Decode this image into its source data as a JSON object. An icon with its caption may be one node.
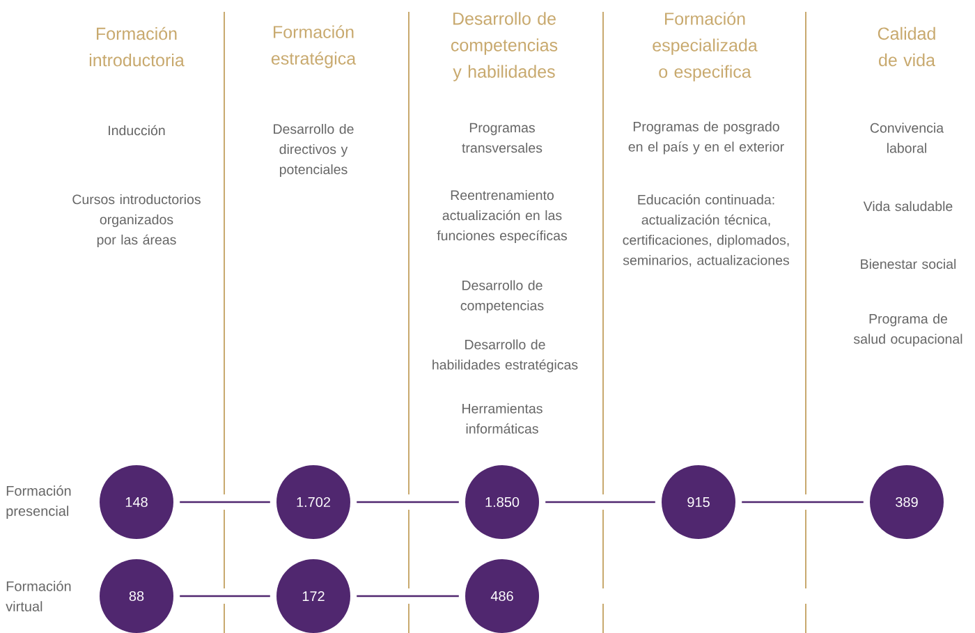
{
  "diagram": {
    "nodes": [
      {
        "text": [
          "148"
        ]
      },
      {
        "text": [
          "1.702"
        ]
      },
      {
        "text": [
          "1.850"
        ]
      },
      {
        "text": [
          "915"
        ]
      },
      {
        "text": [
          "389"
        ]
      },
      {
        "text": [
          "88"
        ]
      },
      {
        "text": [
          "172"
        ]
      },
      {
        "text": [
          "486"
        ]
      }
    ],
    "edges": [
      {
        "from": 0,
        "to": 1,
        "arrow": "none"
      },
      {
        "from": 1,
        "to": 2,
        "arrow": "none"
      },
      {
        "from": 2,
        "to": 3,
        "arrow": "none"
      },
      {
        "from": 3,
        "to": 4,
        "arrow": "none"
      },
      {
        "from": 5,
        "to": 6,
        "arrow": "none"
      },
      {
        "from": 6,
        "to": 7,
        "arrow": "none"
      }
    ],
    "labels": [
      "Formación introductoria",
      "Formación estratégica",
      "Desarrollo de competencias y habilidades",
      "Formación especializada o especifica",
      "Calidad de vida",
      "Inducción",
      "Cursos introductorios organizados por las áreas",
      "Desarrollo de directivos y potenciales",
      "Programas transversales",
      "Reentrenamiento actualización en las funciones específicas",
      "Desarrollo de competencias",
      "Desarrollo de habilidades estratégicas",
      "Herramientas informáticas",
      "Programas de posgrado en el país y en el exterior",
      "Educación continuada: actualización técnica, certificaciones, diplomados, seminarios, actualizaciones",
      "Convivencia laboral",
      "Vida saludable",
      "Bienestar social",
      "Programa de salud ocupacional",
      "Formación presencial",
      "Formación virtual"
    ]
  }
}
